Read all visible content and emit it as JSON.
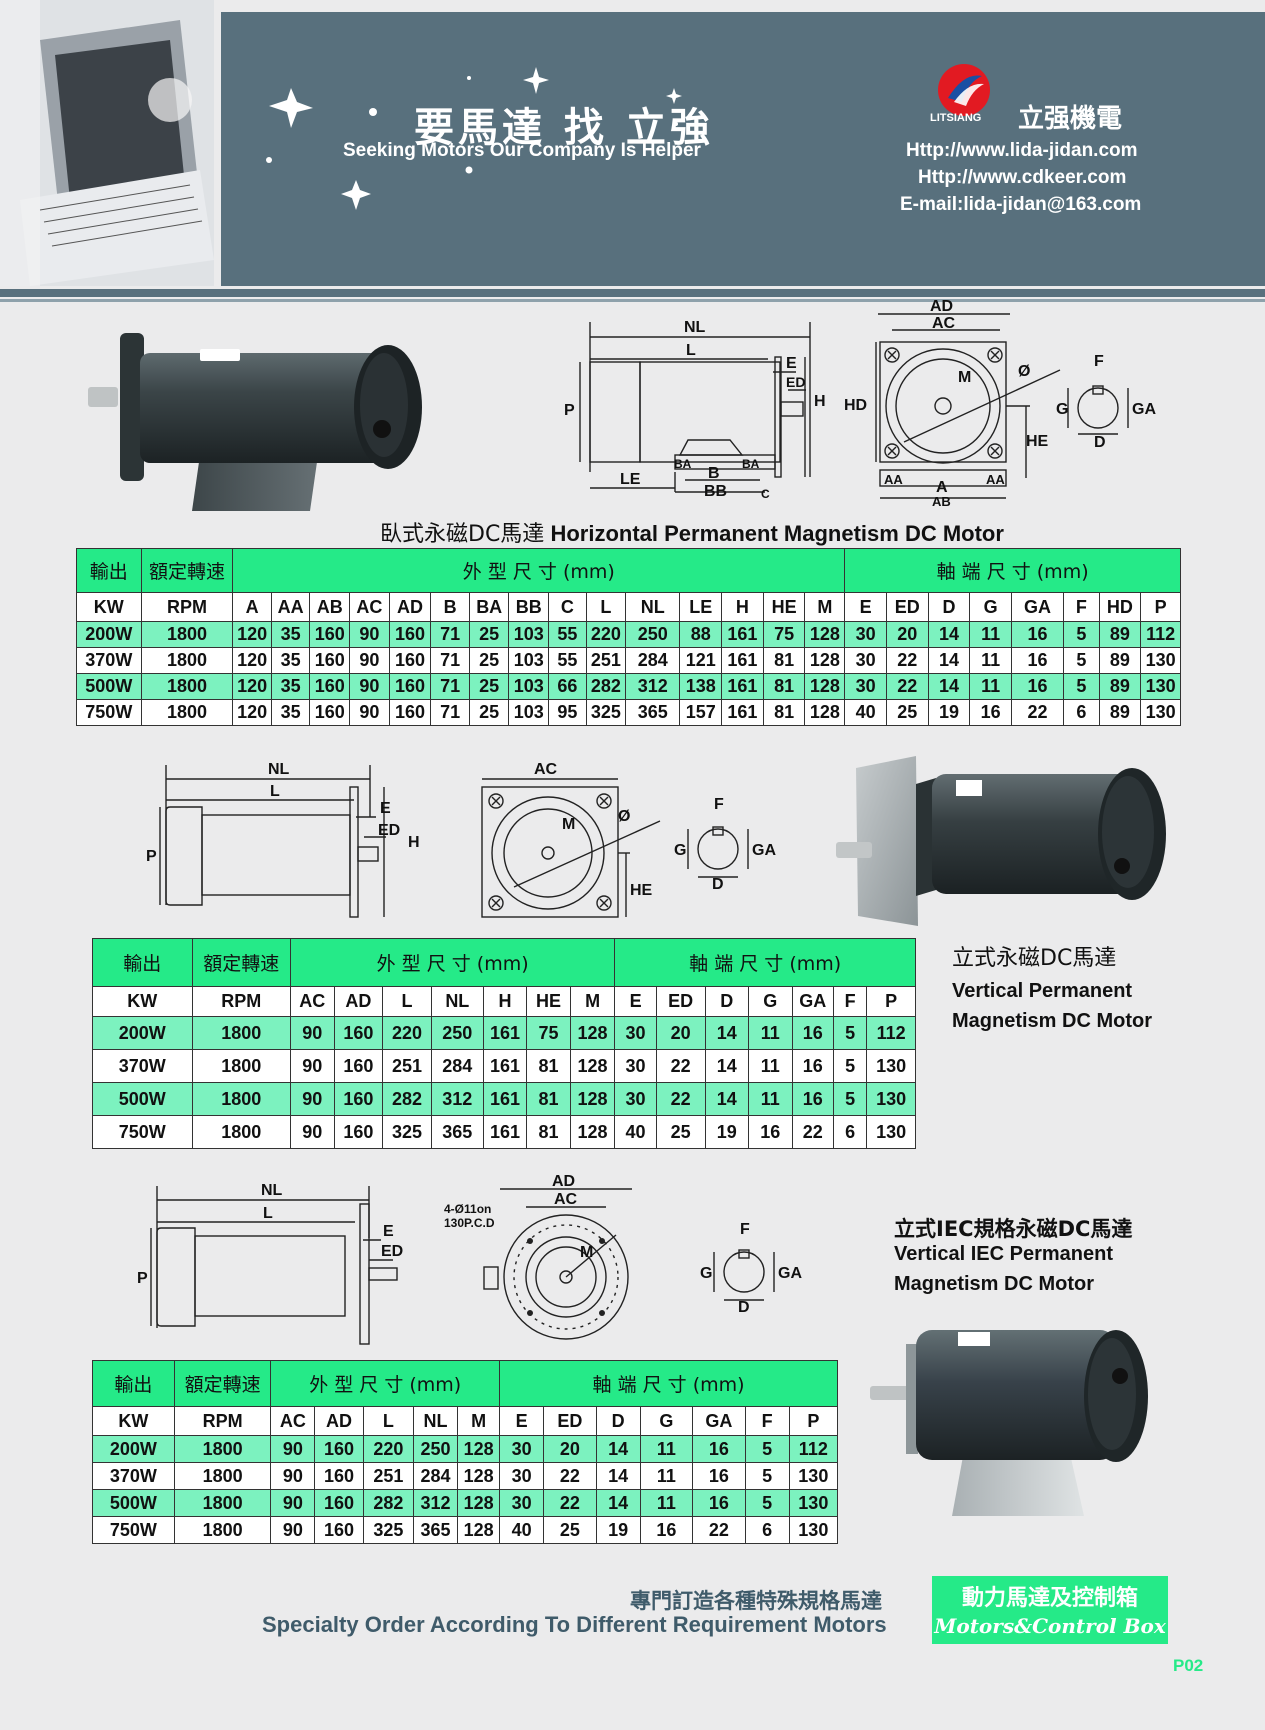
{
  "header": {
    "slogan_cn": "要馬達 找 立強",
    "slogan_en": "Seeking Motors Our Company Is Helper",
    "brand_en": "LITSIANG",
    "brand_cn": "立强機電",
    "contacts": [
      "Http://www.lida-jidan.com",
      "Http://www.cdkeer.com",
      "E-mail:lida-jidan@163.com"
    ]
  },
  "drawing_labels": {
    "d1": [
      "NL",
      "L",
      "E",
      "ED",
      "H",
      "P",
      "LE",
      "BA",
      "B",
      "BA",
      "BB",
      "C"
    ],
    "d2": [
      "AD",
      "AC",
      "M",
      "HD",
      "HE",
      "AA",
      "A",
      "AA",
      "AB",
      "Ø"
    ],
    "d3": [
      "F",
      "G",
      "GA",
      "D"
    ],
    "d4": [
      "NL",
      "L",
      "E",
      "ED",
      "H",
      "P"
    ],
    "d5": [
      "AC",
      "M",
      "Ø",
      "HE"
    ],
    "d6": [
      "F",
      "G",
      "GA",
      "D"
    ],
    "d7": [
      "NL",
      "L",
      "E",
      "ED",
      "P"
    ],
    "d8": [
      "AD",
      "AC",
      "4-Ø11on",
      "130P.C.D",
      "M"
    ],
    "d9": [
      "F",
      "G",
      "GA",
      "D"
    ]
  },
  "table1": {
    "title_cn": "臥式永磁DC馬達",
    "title_en": "Horizontal Permanent Magnetism DC Motor",
    "group_output": "輸出",
    "group_speed": "額定轉速",
    "group_dims": "外 型 尺 寸 (mm)",
    "group_shaft": "軸 端 尺 寸 (mm)",
    "units": [
      "KW",
      "RPM",
      "A",
      "AA",
      "AB",
      "AC",
      "AD",
      "B",
      "BA",
      "BB",
      "C",
      "L",
      "NL",
      "LE",
      "H",
      "HE",
      "M",
      "E",
      "ED",
      "D",
      "G",
      "GA",
      "F",
      "HD",
      "P"
    ],
    "rows": [
      [
        "200W",
        "1800",
        "120",
        "35",
        "160",
        "90",
        "160",
        "71",
        "25",
        "103",
        "55",
        "220",
        "250",
        "88",
        "161",
        "75",
        "128",
        "30",
        "20",
        "14",
        "11",
        "16",
        "5",
        "89",
        "112"
      ],
      [
        "370W",
        "1800",
        "120",
        "35",
        "160",
        "90",
        "160",
        "71",
        "25",
        "103",
        "55",
        "251",
        "284",
        "121",
        "161",
        "81",
        "128",
        "30",
        "22",
        "14",
        "11",
        "16",
        "5",
        "89",
        "130"
      ],
      [
        "500W",
        "1800",
        "120",
        "35",
        "160",
        "90",
        "160",
        "71",
        "25",
        "103",
        "66",
        "282",
        "312",
        "138",
        "161",
        "81",
        "128",
        "30",
        "22",
        "14",
        "11",
        "16",
        "5",
        "89",
        "130"
      ],
      [
        "750W",
        "1800",
        "120",
        "35",
        "160",
        "90",
        "160",
        "71",
        "25",
        "103",
        "95",
        "325",
        "365",
        "157",
        "161",
        "81",
        "128",
        "40",
        "25",
        "19",
        "16",
        "22",
        "6",
        "89",
        "130"
      ]
    ]
  },
  "table2": {
    "title_cn": "立式永磁DC馬達",
    "title_en_1": "Vertical Permanent",
    "title_en_2": "Magnetism DC Motor",
    "group_output": "輸出",
    "group_speed": "額定轉速",
    "group_dims": "外 型 尺 寸 (mm)",
    "group_shaft": "軸 端 尺 寸 (mm)",
    "units": [
      "KW",
      "RPM",
      "AC",
      "AD",
      "L",
      "NL",
      "H",
      "HE",
      "M",
      "E",
      "ED",
      "D",
      "G",
      "GA",
      "F",
      "P"
    ],
    "rows": [
      [
        "200W",
        "1800",
        "90",
        "160",
        "220",
        "250",
        "161",
        "75",
        "128",
        "30",
        "20",
        "14",
        "11",
        "16",
        "5",
        "112"
      ],
      [
        "370W",
        "1800",
        "90",
        "160",
        "251",
        "284",
        "161",
        "81",
        "128",
        "30",
        "22",
        "14",
        "11",
        "16",
        "5",
        "130"
      ],
      [
        "500W",
        "1800",
        "90",
        "160",
        "282",
        "312",
        "161",
        "81",
        "128",
        "30",
        "22",
        "14",
        "11",
        "16",
        "5",
        "130"
      ],
      [
        "750W",
        "1800",
        "90",
        "160",
        "325",
        "365",
        "161",
        "81",
        "128",
        "40",
        "25",
        "19",
        "16",
        "22",
        "6",
        "130"
      ]
    ]
  },
  "table3": {
    "title_cn": "立式IEC規格永磁DC馬達",
    "title_en_1": "Vertical IEC Permanent",
    "title_en_2": "Magnetism DC Motor",
    "group_output": "輸出",
    "group_speed": "額定轉速",
    "group_dims": "外 型 尺 寸 (mm)",
    "group_shaft": "軸 端 尺 寸 (mm)",
    "units": [
      "KW",
      "RPM",
      "AC",
      "AD",
      "L",
      "NL",
      "M",
      "E",
      "ED",
      "D",
      "G",
      "GA",
      "F",
      "P"
    ],
    "rows": [
      [
        "200W",
        "1800",
        "90",
        "160",
        "220",
        "250",
        "128",
        "30",
        "20",
        "14",
        "11",
        "16",
        "5",
        "112"
      ],
      [
        "370W",
        "1800",
        "90",
        "160",
        "251",
        "284",
        "128",
        "30",
        "22",
        "14",
        "11",
        "16",
        "5",
        "130"
      ],
      [
        "500W",
        "1800",
        "90",
        "160",
        "282",
        "312",
        "128",
        "30",
        "22",
        "14",
        "11",
        "16",
        "5",
        "130"
      ],
      [
        "750W",
        "1800",
        "90",
        "160",
        "325",
        "365",
        "128",
        "40",
        "25",
        "19",
        "16",
        "22",
        "6",
        "130"
      ]
    ]
  },
  "footer": {
    "cn": "專門訂造各種特殊規格馬達",
    "en": "Specialty Order According To Different Requirement Motors",
    "box_cn": "動力馬達及控制箱",
    "box_en": "Motors&Control Box",
    "page": "P02"
  },
  "colors": {
    "band": "#58707d",
    "green": "#25ea88",
    "row_green": "#7cf2bf"
  }
}
